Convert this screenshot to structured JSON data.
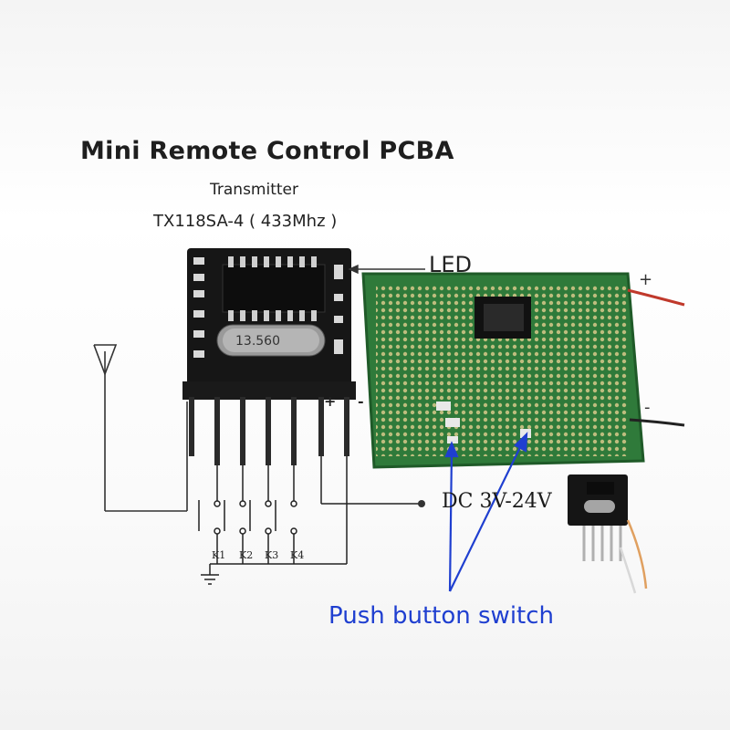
{
  "document": {
    "title": "Mini Remote Control PCBA",
    "subtitle": "Transmitter",
    "model": "TX118SA-4 ( 433Mhz )"
  },
  "schematic": {
    "led_label": "LED",
    "power_label": "DC 3V-24V",
    "plus_label": "+",
    "minus_label": "-",
    "crystal_label": "13.560",
    "buttons": [
      "K1",
      "K2",
      "K3",
      "K4"
    ]
  },
  "annotation": {
    "text": "Push button switch",
    "color": "#1f3fd0"
  },
  "colors": {
    "pcb_green": "#2f7a3a",
    "module_black": "#151515",
    "wire_red": "#c0392b"
  }
}
